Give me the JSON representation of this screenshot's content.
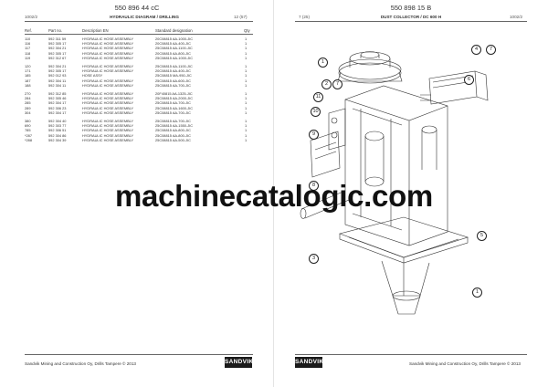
{
  "left": {
    "doc_number": "550 896 44 cC",
    "code": "1002/2",
    "title": "HYDRAULIC DIAGRAM / DRILLING",
    "page": "12 (57)",
    "columns": [
      "Ref.",
      "Part no.",
      "Description EN",
      "Standard designation",
      "Qty"
    ],
    "groups": [
      [
        [
          "110",
          "592 311 59",
          "HYDRAULIC HOSE ASSEMBLY",
          "20C08815 AA-1000-JIC",
          "1"
        ],
        [
          "116",
          "592 305 17",
          "HYDRAULIC HOSE ASSEMBLY",
          "20C08815 AA-400-JIC",
          "1"
        ],
        [
          "117",
          "592 304 21",
          "HYDRAULIC HOSE ASSEMBLY",
          "25C08815 AA-1100-JIC",
          "1"
        ],
        [
          "118",
          "592 305 17",
          "HYDRAULIC HOSE ASSEMBLY",
          "20C08815 AA-800-JIC",
          "1"
        ],
        [
          "119",
          "592 312 67",
          "HYDRAULIC HOSE ASSEMBLY",
          "25C08815 AA-1000-JIC",
          "1"
        ]
      ],
      [
        [
          "120",
          "592 304 21",
          "HYDRAULIC HOSE ASSEMBLY",
          "25C08815 AA-1100-JIC",
          "1"
        ],
        [
          "171",
          "592 305 17",
          "HYDRAULIC HOSE ASSEMBLY",
          "20C08815 AA-400-JIC",
          "1"
        ],
        [
          "185",
          "592 012 93",
          "HOSE ASSY",
          "25C08815 MA-950-JIC",
          "1"
        ],
        [
          "187",
          "592 304 11",
          "HYDRAULIC HOSE ASSEMBLY",
          "25C08815 AA-600-JIC",
          "1"
        ],
        [
          "188",
          "592 304 11",
          "HYDRAULIC HOSE ASSEMBLY",
          "25C08815 AA-700-JIC",
          "1"
        ]
      ],
      [
        [
          "270",
          "592 312 85",
          "HYDRAULIC HOSE ASSEMBLY",
          "20F40815 AA-1325-JIC",
          "1"
        ],
        [
          "284",
          "592 305 46",
          "HYDRAULIC HOSE ASSEMBLY",
          "25C08815 AA-2000-JIC",
          "1"
        ],
        [
          "285",
          "592 304 17",
          "HYDRAULIC HOSE ASSEMBLY",
          "25C08815 AA-700-JIC",
          "1"
        ],
        [
          "289",
          "592 306 23",
          "HYDRAULIC HOSE ASSEMBLY",
          "25C08815 AA-1600-JIC",
          "1"
        ],
        [
          "304",
          "592 304 17",
          "HYDRAULIC HOSE ASSEMBLY",
          "25C08815 AA-700-JIC",
          "1"
        ]
      ],
      [
        [
          "380",
          "592 304 40",
          "HYDRAULIC HOSE ASSEMBLY",
          "25C08815 AA-700-JIC",
          "1"
        ],
        [
          "690",
          "592 303 77",
          "HYDRAULIC HOSE ASSEMBLY",
          "25C08815 AA-1550-JIC",
          "1"
        ],
        [
          "785",
          "592 306 51",
          "HYDRAULIC HOSE ASSEMBLY",
          "25C08815 AA-800-JIC",
          "1"
        ],
        [
          "*287",
          "592 304 86",
          "HYDRAULIC HOSE ASSEMBLY",
          "25C08815 AA-800-JIC",
          "1"
        ],
        [
          "*288",
          "592 304 39",
          "HYDRAULIC HOSE ASSEMBLY",
          "25C08815 AA-500-JIC",
          "1"
        ]
      ]
    ],
    "footer": "Sandvik Mining and Construction Oy, Drills Tampere © 2013",
    "logo": "SANDVIK"
  },
  "right": {
    "doc_number": "550 898 15 B",
    "page": "7 (25)",
    "title": "DUST COLLECTOR / DC 600 H",
    "code": "1002/2",
    "footer": "Sandvik Mining and Construction Oy, Drills Tampere © 2013",
    "logo": "SANDVIK",
    "callouts": [
      "1",
      "2",
      "3",
      "4",
      "5",
      "6",
      "7",
      "8",
      "9",
      "10",
      "11"
    ]
  },
  "watermark": "machinecatalogic.com",
  "colors": {
    "text": "#222222",
    "rule": "#666666",
    "logo_bg": "#1a1a1a"
  }
}
